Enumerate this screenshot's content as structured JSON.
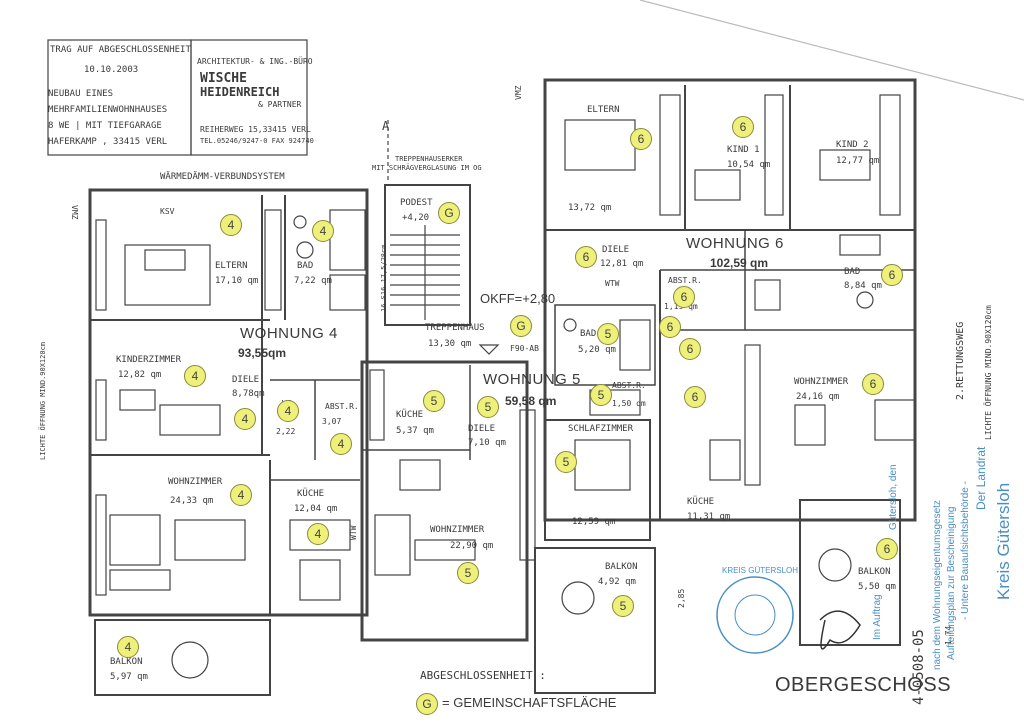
{
  "title_block": {
    "line1": "TRAG AUF ABGESCHLOSSENHEIT",
    "date": "10.10.2003",
    "line3": "NEUBAU EINES",
    "line4": "MEHRFAMILIENWOHNHAUSES",
    "line5": "8 WE | MIT TIEFGARAGE",
    "line6": "HAFERKAMP , 33415 VERL"
  },
  "architect": {
    "line1": "ARCHITEKTUR- & ING.-BÜRO",
    "name1": "WISCHE",
    "name2": "HEIDENREICH",
    "partner": "& PARTNER",
    "address": "REIHERWEG 15,33415 VERL",
    "phone": "TEL.05246/9247-0 FAX 924740"
  },
  "labels": {
    "waermedamm": "WÄRMEDÄMM-VERBUNDSYSTEM",
    "treppenhauserker": "TREPPENHAUSERKER",
    "schraegverglasung": "MIT SCHRÄGVERGLASUNG IM OG",
    "axis_a": "A",
    "okff": "OKFF=+2,80",
    "f90": "F90-AB",
    "rettungsweg": "2.RETTUNGSWEG",
    "lichte_oeffnung": "LICHTE ÖFFNUNG MIND.90X120cm",
    "lichte_left": "LICHTE ÖFFNUNG MIND.90X120cm",
    "abgeschlossenheit": "ABGESCHLOSSENHEIT :",
    "legend_symbol": "G",
    "legend_text": "= GEMEINSCHAFTSFLÄCHE",
    "obergeschoss": "OBERGESCHOSS",
    "vmz_left": "VMZ",
    "vmz_top": "VMZ",
    "ksv": "KSV",
    "wtw1": "WTW",
    "wtw2": "WTW",
    "stair": "16 S16 17,5/28cm",
    "dim1": "2,85",
    "dim2": "1,74"
  },
  "apartments": {
    "w4": {
      "label": "WOHNUNG 4",
      "area": "93,55qm"
    },
    "w5": {
      "label": "WOHNUNG 5",
      "area": "59,58 qm"
    },
    "w6": {
      "label": "WOHNUNG 6",
      "area": "102,59 qm"
    }
  },
  "rooms": {
    "eltern4": {
      "name": "ELTERN",
      "area": "17,10 qm"
    },
    "bad4": {
      "name": "BAD",
      "area": "7,22 qm"
    },
    "podest": {
      "name": "PODEST",
      "area": "+4,20"
    },
    "treppenhaus": {
      "name": "TREPPENHAUS",
      "area": "13,30 qm"
    },
    "kinder4": {
      "name": "KINDERZIMMER",
      "area": "12,82 qm"
    },
    "diele4": {
      "name": "DIELE",
      "area": "8,78qm"
    },
    "wc4": {
      "name": "WC",
      "area": "2,22"
    },
    "abstr4": {
      "name": "ABST.R.",
      "area": "3,07"
    },
    "wohn4": {
      "name": "WOHNZIMMER",
      "area": "24,33 qm"
    },
    "kueche4": {
      "name": "KÜCHE",
      "area": "12,04 qm"
    },
    "balkon4": {
      "name": "BALKON",
      "area": "5,97 qm"
    },
    "kueche5": {
      "name": "KÜCHE",
      "area": "5,37 qm"
    },
    "diele5": {
      "name": "DIELE",
      "area": "7,10 qm"
    },
    "bad5": {
      "name": "BAD",
      "area": "5,20 qm"
    },
    "abstr5": {
      "name": "ABST.R.",
      "area": "1,50 qm"
    },
    "schlaf5": {
      "name": "SCHLAFZIMMER",
      "area": "12,59 qm"
    },
    "wohn5": {
      "name": "WOHNZIMMER",
      "area": "22,90 qm"
    },
    "balkon5": {
      "name": "BALKON",
      "area": "4,92 qm"
    },
    "eltern6": {
      "name": "ELTERN",
      "area": "13,72 qm"
    },
    "kind1": {
      "name": "KIND 1",
      "area": "10,54 qm"
    },
    "kind2": {
      "name": "KIND 2",
      "area": "12,77 qm"
    },
    "diele6": {
      "name": "DIELE",
      "area": "12,81 qm"
    },
    "abstr6": {
      "name": "ABST.R.",
      "area": "1,19 qm"
    },
    "bad6": {
      "name": "BAD",
      "area": "8,84 qm"
    },
    "wohn6": {
      "name": "WOHNZIMMER",
      "area": "24,16 qm"
    },
    "kueche6": {
      "name": "KÜCHE",
      "area": "11,31 qm"
    },
    "balkon6": {
      "name": "BALKON",
      "area": "5,50 qm"
    }
  },
  "badges": {
    "n4": "4",
    "n5": "5",
    "n6": "6",
    "g": "G"
  },
  "stamp": {
    "kreis": "Kreis Gütersloh",
    "der_landrat": "Der Landrat",
    "untere": "- Untere Bauaufsichtsbehörde -",
    "aufteilung": "Aufteilungsplan zur Bescheinigung",
    "nach": "nach dem Wohnungseigentumsgesetz",
    "guetersloh": "Gütersloh, den",
    "im_auftrag": "Im Auftrag",
    "seal": "KREIS GÜTERSLOH",
    "number": "4-0508-05"
  },
  "colors": {
    "badge": "#eef07a",
    "stamp": "#4a8fc4",
    "line": "#444444"
  }
}
